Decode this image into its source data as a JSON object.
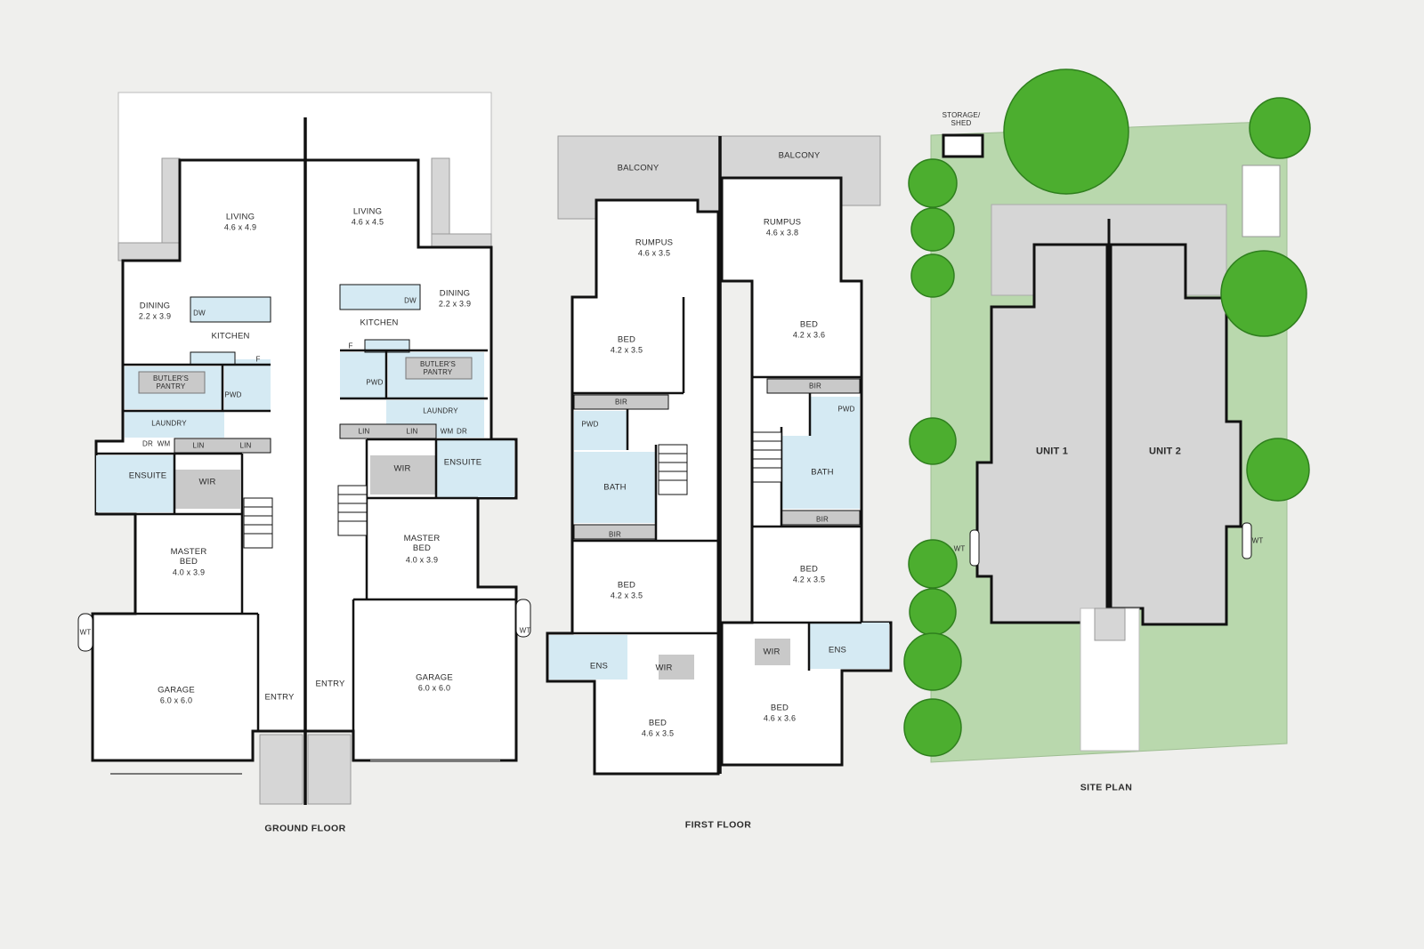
{
  "sections": {
    "ground_floor": "GROUND FLOOR",
    "first_floor": "FIRST FLOOR",
    "site_plan": "SITE PLAN"
  },
  "rooms": {
    "living_l": "LIVING",
    "living_l_dim": "4.6 x 4.9",
    "living_r": "LIVING",
    "living_r_dim": "4.6 x 4.5",
    "dining_l": "DINING",
    "dining_l_dim": "2.2 x 3.9",
    "dining_r": "DINING",
    "dining_r_dim": "2.2 x 3.9",
    "kitchen_l": "KITCHEN",
    "kitchen_r": "KITCHEN",
    "butler_l": "BUTLER'S\nPANTRY",
    "butler_r": "BUTLER'S\nPANTRY",
    "pwd_gl": "PWD",
    "pwd_gr": "PWD",
    "laundry_l": "LAUNDRY",
    "laundry_r": "LAUNDRY",
    "lin_l1": "LIN",
    "lin_l2": "LIN",
    "lin_r1": "LIN",
    "lin_r2": "LIN",
    "dr_l": "DR",
    "wm_l": "WM",
    "wm_r": "WM",
    "dr_r": "DR",
    "f_l": "F",
    "f_r": "F",
    "dw_l": "DW",
    "dw_r": "DW",
    "ensuite_l": "ENSUITE",
    "ensuite_r": "ENSUITE",
    "wir_gl": "WIR",
    "wir_gr": "WIR",
    "master_l": "MASTER\nBED",
    "master_l_dim": "4.0 x 3.9",
    "master_r": "MASTER\nBED",
    "master_r_dim": "4.0 x 3.9",
    "garage_l": "GARAGE",
    "garage_l_dim": "6.0 x 6.0",
    "garage_r": "GARAGE",
    "garage_r_dim": "6.0 x 6.0",
    "entry_l": "ENTRY",
    "entry_r": "ENTRY",
    "wt_gl": "WT",
    "wt_gr": "WT",
    "balcony_l": "BALCONY",
    "balcony_r": "BALCONY",
    "rumpus_l": "RUMPUS",
    "rumpus_l_dim": "4.6 x 3.5",
    "rumpus_r": "RUMPUS",
    "rumpus_r_dim": "4.6 x 3.8",
    "bed1_l": "BED",
    "bed1_l_dim": "4.2 x 3.5",
    "bed1_r": "BED",
    "bed1_r_dim": "4.2 x 3.6",
    "bir_1l": "BIR",
    "bir_1r": "BIR",
    "bir_2l": "BIR",
    "bir_2r": "BIR",
    "pwd_fl": "PWD",
    "pwd_fr": "PWD",
    "bath_l": "BATH",
    "bath_r": "BATH",
    "bed2_l": "BED",
    "bed2_l_dim": "4.2 x 3.5",
    "bed2_r": "BED",
    "bed2_r_dim": "4.2 x 3.5",
    "ens_l": "ENS",
    "ens_r": "ENS",
    "wir_fl": "WIR",
    "wir_fr": "WIR",
    "bed3_l": "BED",
    "bed3_l_dim": "4.6 x 3.5",
    "bed3_r": "BED",
    "bed3_r_dim": "4.6 x 3.6",
    "storage": "STORAGE/\nSHED",
    "unit1": "UNIT 1",
    "unit2": "UNIT 2",
    "wt_sl": "WT",
    "wt_sr": "WT"
  },
  "colors": {
    "background": "#efefed",
    "wall": "#111111",
    "wet_area": "#d5eaf3",
    "grey_fill": "#c9c9c9",
    "courtyard": "#ffffff",
    "lawn": "#b9d8ad",
    "tree": "#4cae2f",
    "roof": "#d6d6d6"
  }
}
